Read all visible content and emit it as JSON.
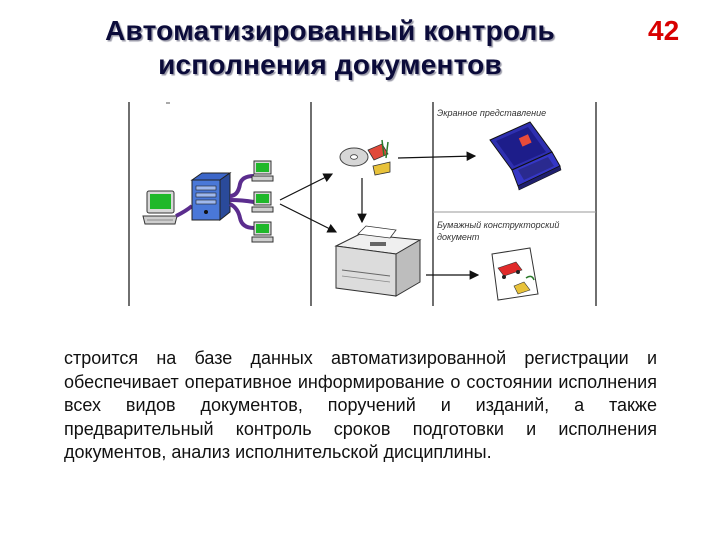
{
  "slide": {
    "title_line1": "Автоматизированный контроль",
    "title_line2": "исполнения документов",
    "number": "42"
  },
  "figure": {
    "caption_screen": "Экранное представление",
    "caption_paper_line1": "Бумажный конструкторский",
    "caption_paper_line2": "документ",
    "icons": [
      "workstation-icon",
      "server-icon",
      "client-computer-icon",
      "cd-disk-icon",
      "printer-icon",
      "laptop-icon",
      "paper-document-icon"
    ]
  },
  "body": {
    "text": "строится на базе данных автоматизированной регистрации и обеспечивает оперативное информирование о состоянии исполнения всех видов документов, поручений и изданий, а также предварительный контроль сроков подготовки и исполнения документов, анализ исполнительской дисциплины."
  }
}
